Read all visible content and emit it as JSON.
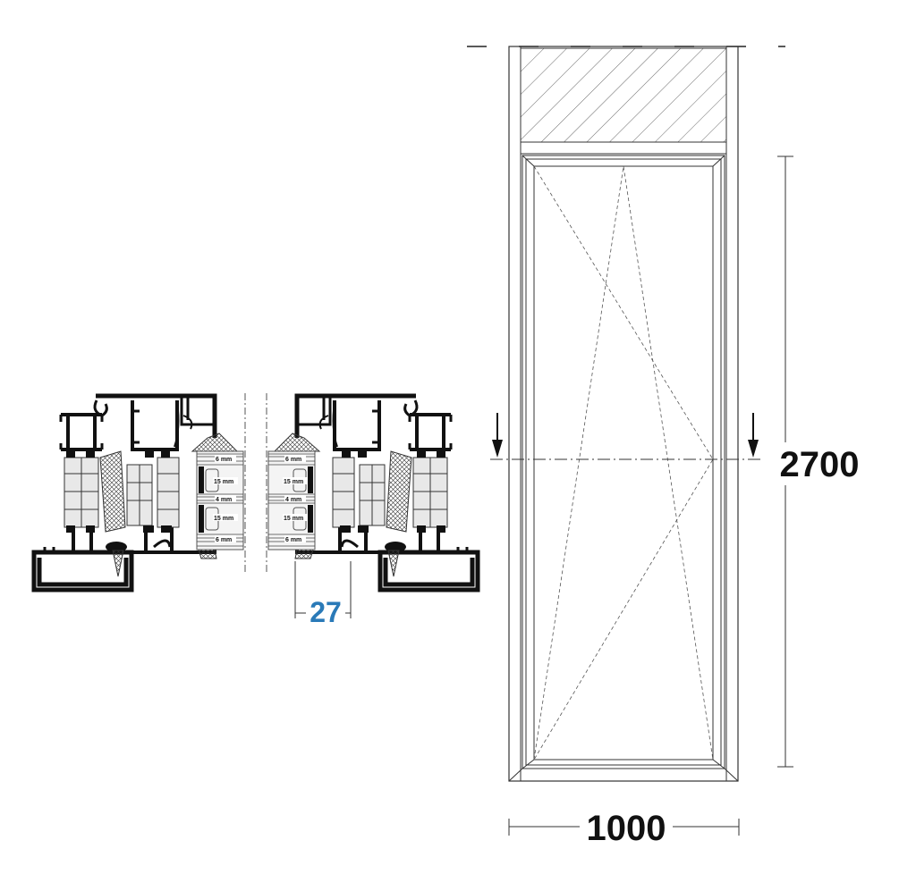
{
  "drawing": {
    "dimensions": {
      "height": "2700",
      "width": "1000",
      "gasket_offset": "27"
    },
    "glass_layers": [
      "6 mm",
      "15 mm",
      "4 mm",
      "15 mm",
      "6 mm"
    ],
    "colors": {
      "line": "#111111",
      "accent_dimension": "#2a7ab8",
      "profile_fill": "#c8c8c8"
    }
  }
}
